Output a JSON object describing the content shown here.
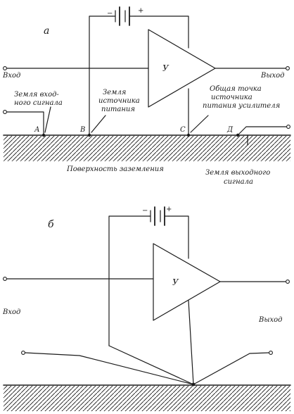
{
  "colors": {
    "ink": "#1b1b1b",
    "background": "#ffffff"
  },
  "diagram_a": {
    "panel_label": "а",
    "amplifier_label": "У",
    "battery_minus": "−",
    "battery_plus": "+",
    "input_label": "Вход",
    "output_label": "Выход",
    "point_a": "А",
    "point_b": "В",
    "point_c": "С",
    "point_d": "Д",
    "input_ground": [
      "Земля вход-",
      "ного сигнала"
    ],
    "supply_ground": [
      "Земля",
      "источника",
      "питания"
    ],
    "common_point": [
      "Общая точка",
      "источника",
      "питания усилителя"
    ],
    "ground_surface": "Поверхность заземления",
    "output_ground": [
      "Земля выходного",
      "сигнала"
    ]
  },
  "diagram_b": {
    "panel_label": "б",
    "amplifier_label": "У",
    "battery_minus": "−",
    "battery_plus": "+",
    "input_label": "Вход",
    "output_label": "Выход"
  }
}
